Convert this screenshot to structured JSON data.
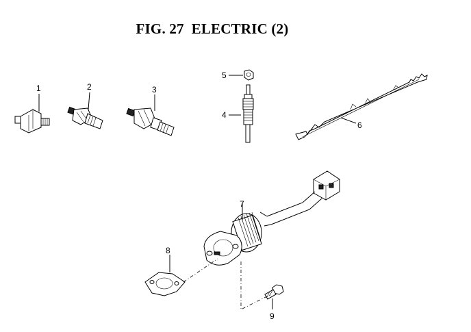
{
  "figure": {
    "title": "FIG. 27  ELECTRIC (2)"
  },
  "callouts": [
    "1",
    "2",
    "3",
    "4",
    "5",
    "6",
    "7",
    "8",
    "9"
  ]
}
